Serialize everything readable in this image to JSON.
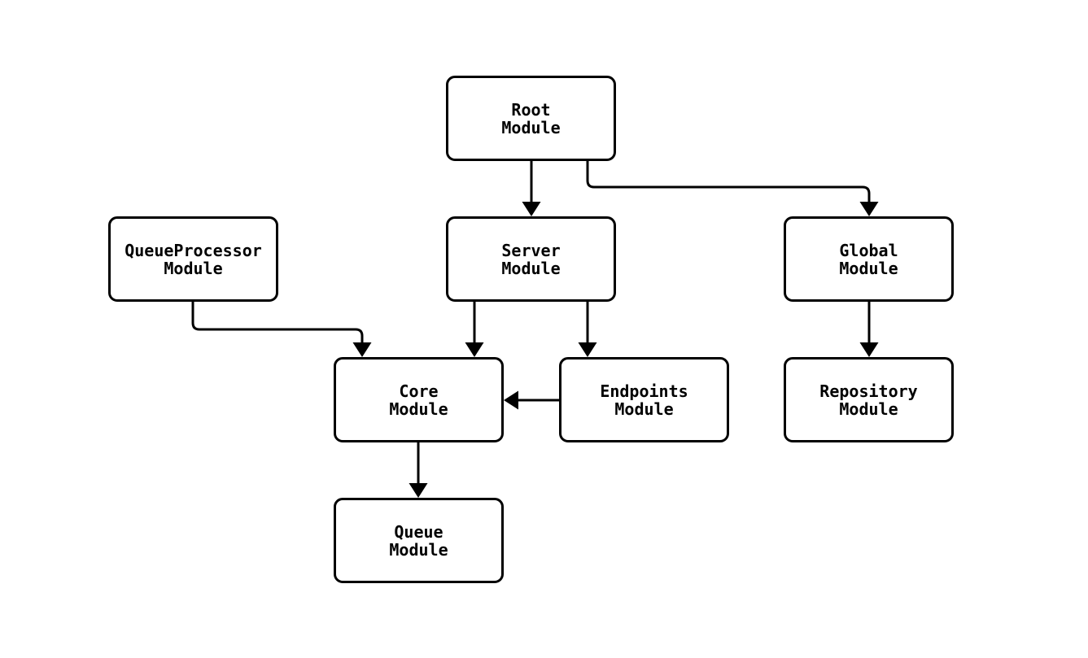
{
  "diagram": {
    "type": "flowchart",
    "direction": "top-down",
    "colors": {
      "background": "#ffffff",
      "node_fill": "#ffffff",
      "node_border": "#000000",
      "edge": "#000000",
      "text": "#000000"
    },
    "nodes": [
      {
        "id": "root",
        "label": "Root\nModule"
      },
      {
        "id": "queue_processor",
        "label": "QueueProcessor\nModule"
      },
      {
        "id": "server",
        "label": "Server\nModule"
      },
      {
        "id": "global",
        "label": "Global\nModule"
      },
      {
        "id": "core",
        "label": "Core\nModule"
      },
      {
        "id": "endpoints",
        "label": "Endpoints\nModule"
      },
      {
        "id": "repository",
        "label": "Repository\nModule"
      },
      {
        "id": "queue",
        "label": "Queue\nModule"
      }
    ],
    "edges": [
      {
        "from": "root",
        "to": "server"
      },
      {
        "from": "root",
        "to": "global"
      },
      {
        "from": "queue_processor",
        "to": "core"
      },
      {
        "from": "server",
        "to": "core"
      },
      {
        "from": "server",
        "to": "endpoints"
      },
      {
        "from": "endpoints",
        "to": "core"
      },
      {
        "from": "global",
        "to": "repository"
      },
      {
        "from": "core",
        "to": "queue"
      }
    ]
  }
}
